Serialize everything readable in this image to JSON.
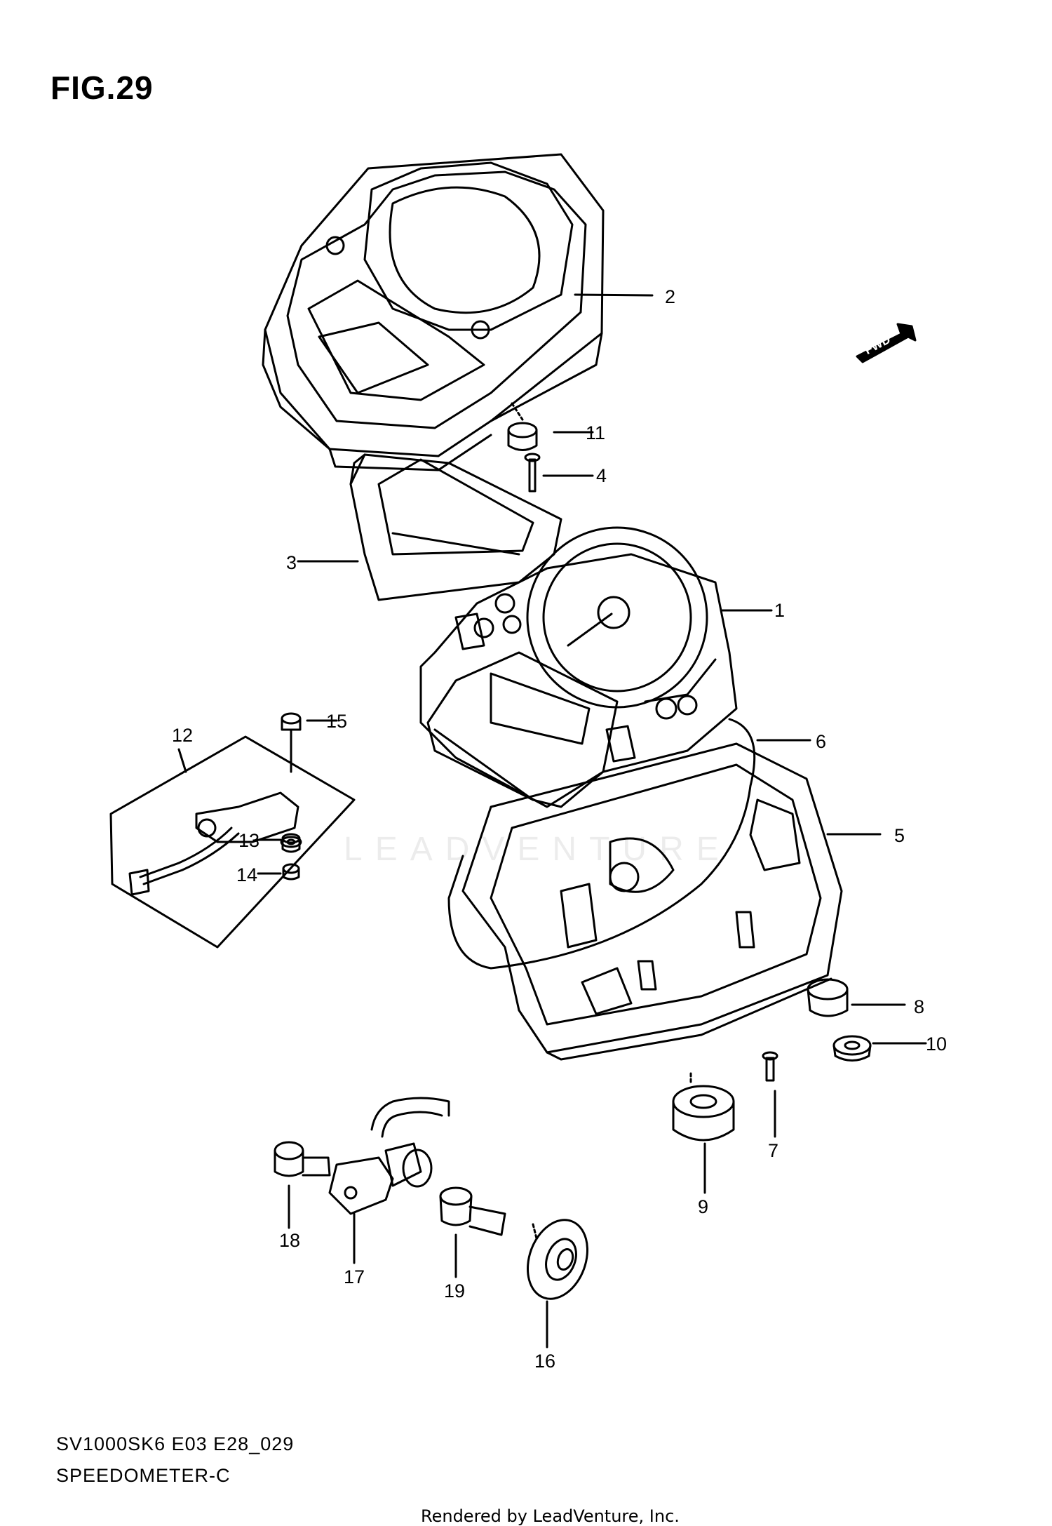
{
  "figure": {
    "title": "FIG.29",
    "direction_label": "FWD",
    "watermark_text": "LEADVENTURE",
    "model_code": "SV1000SK6 E03 E28_029",
    "figure_name": "SPEEDOMETER-C",
    "rendered_by": "Rendered by LeadVenture, Inc."
  },
  "callouts": [
    "1",
    "2",
    "3",
    "4",
    "5",
    "6",
    "7",
    "8",
    "9",
    "10",
    "11",
    "12",
    "13",
    "14",
    "15",
    "16",
    "17",
    "18",
    "19"
  ],
  "colors": {
    "line": "#000000",
    "background": "#ffffff"
  }
}
